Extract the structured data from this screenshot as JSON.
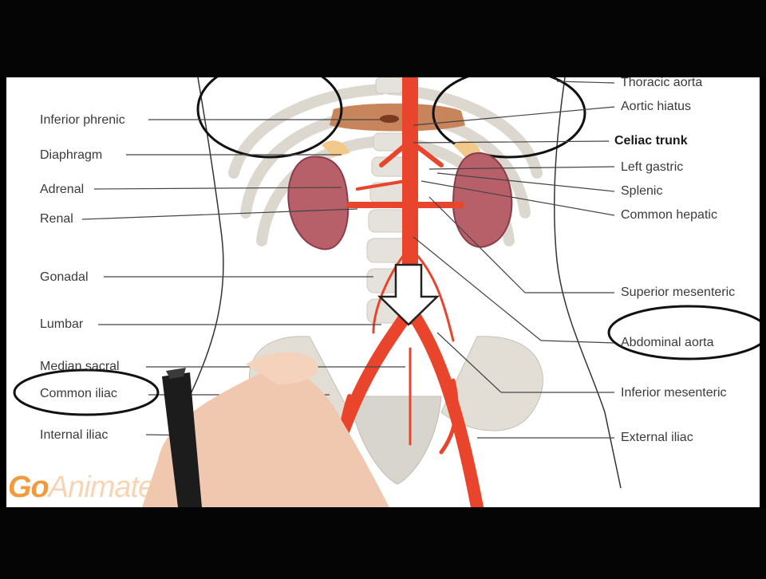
{
  "video": {
    "labels_left": {
      "inferior_phrenic": "Inferior phrenic",
      "diaphragm": "Diaphragm",
      "adrenal": "Adrenal",
      "renal": "Renal",
      "gonadal": "Gonadal",
      "lumbar": "Lumbar",
      "median_sacral": "Median sacral",
      "common_iliac": "Common iliac",
      "internal_iliac": "Internal iliac"
    },
    "labels_right": {
      "thoracic_aorta": "Thoracic aorta",
      "aortic_hiatus": "Aortic hiatus",
      "celiac_trunk": "Celiac trunk",
      "left_gastric": "Left gastric",
      "splenic": "Splenic",
      "common_hepatic": "Common hepatic",
      "superior_mesenteric": "Superior mesenteric",
      "abdominal_aorta": "Abdominal aorta",
      "inferior_mesenteric": "Inferior mesenteric",
      "external_iliac": "External iliac"
    },
    "watermark": {
      "go": "Go",
      "rest": "Animate"
    },
    "colors": {
      "artery": "#e8452c",
      "kidney": "#b8606a",
      "adrenal": "#f2c98a",
      "bone": "#dedad2",
      "diaphragm": "#c8845a",
      "letterbox": "#050505"
    }
  }
}
